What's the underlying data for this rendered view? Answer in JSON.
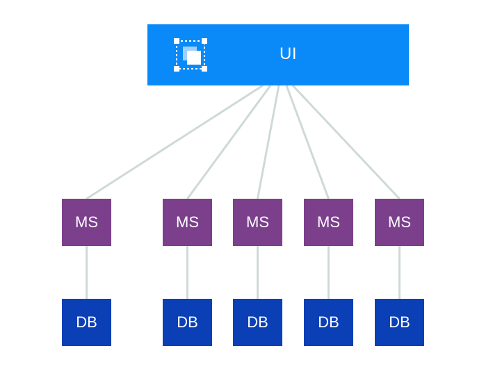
{
  "colors": {
    "ui_fill": "#0a8af8",
    "ms_fill": "#7b3f8c",
    "db_fill": "#0b3fb5",
    "connector": "#cfd9d9",
    "text": "#ffffff"
  },
  "ui": {
    "label": "UI",
    "icon": "selection-frame-icon"
  },
  "microservices": [
    {
      "label": "MS",
      "db_label": "DB"
    },
    {
      "label": "MS",
      "db_label": "DB"
    },
    {
      "label": "MS",
      "db_label": "DB"
    },
    {
      "label": "MS",
      "db_label": "DB"
    },
    {
      "label": "MS",
      "db_label": "DB"
    }
  ]
}
